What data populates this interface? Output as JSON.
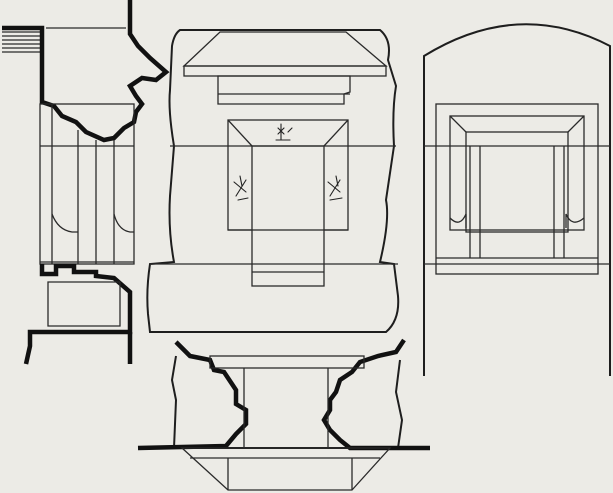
{
  "drawing": {
    "background": "#ecebe6",
    "ink": "#1e1e1e",
    "views": [
      {
        "id": "section-profile",
        "kind": "cross-section"
      },
      {
        "id": "front-elevation",
        "kind": "elevation"
      },
      {
        "id": "base-section",
        "kind": "cross-section"
      },
      {
        "id": "side-elevation",
        "kind": "elevation"
      }
    ],
    "marks": [
      {
        "id": "mason-mark-top",
        "icon": "mason-mark-icon"
      },
      {
        "id": "mason-mark-left",
        "icon": "mason-mark-icon"
      },
      {
        "id": "mason-mark-right",
        "icon": "mason-mark-icon"
      }
    ]
  }
}
